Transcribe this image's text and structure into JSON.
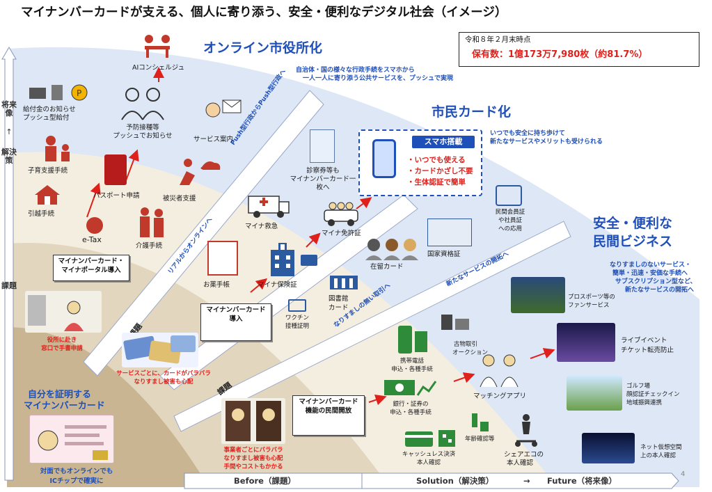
{
  "title": "マイナンバーカードが支える、個人に寄り添う、安全・便利なデジタル社会（イメージ）",
  "status": {
    "date": "令和８年２月末時点",
    "holders": "保有数：1億173万7,980枚（約81.7%）"
  },
  "axis": {
    "future": "将来像",
    "arrow": "↑",
    "solution": "解決策",
    "issue": "課題"
  },
  "zones": {
    "online_city_hall": {
      "title": "オンライン市役所化",
      "desc1": "自治体・国の様々な行政手続をスマホから",
      "desc2": "一人一人に寄り添う公共サービスを、プッシュで実現"
    },
    "citizen_card": {
      "title": "市民カード化",
      "desc1": "いつでも安全に持ち歩けて",
      "desc2": "新たなサービスやメリットも受けられる"
    },
    "private_biz": {
      "title1": "安全・便利な",
      "title2": "民間ビジネス",
      "desc1": "なりすましのないサービス・",
      "desc2": "簡単・迅速・安価な手続へ",
      "desc3": "サブスクリプション型など、",
      "desc4": "新たなサービスの開拓へ"
    }
  },
  "bands": {
    "push": "Push型行政からPush型行政へ",
    "real": "リアルからオンラインへ",
    "no_fraud": "なりすましの無い取引へ",
    "new_service": "新たなサービスの開拓へ"
  },
  "issue_labels": {
    "a": "課題",
    "b": "課題"
  },
  "smartphone": {
    "title": "スマホ搭載",
    "p1": "・いつでも使える",
    "p2": "・カードかざし不要",
    "p3": "・生体認証で簡単"
  },
  "items": {
    "ai": "AIコンシェルジュ",
    "benefit1": "給付金のお知らせ",
    "benefit2": "プッシュ型給付",
    "vacc1": "予防接種等",
    "vacc2": "プッシュでお知らせ",
    "svc": "サービス案内",
    "child": "子育支援手続",
    "passport": "パスポート申請",
    "disaster": "被災者支援",
    "move": "引越手続",
    "etax": "e-Tax",
    "care": "介護手続",
    "med1": "診察券等も",
    "med2": "マイナンバーカード一",
    "med3": "枚へ",
    "ambulance": "マイナ救急",
    "license": "マイナ免許証",
    "resid": "在留カード",
    "medicine": "お薬手帳",
    "insurance": "マイナ保険証",
    "vaccine1": "ワクチン",
    "vaccine2": "接種証明",
    "library1": "図書館",
    "library2": "カード",
    "natl": "国家資格証",
    "member1": "民間会員証",
    "member2": "や社員証",
    "member3": "への応用",
    "sports1": "プロスポーツ等の",
    "sports2": "ファンサービス",
    "live1": "ライブイベント",
    "live2": "チケット転売防止",
    "golf1": "ゴルフ場",
    "golf2": "顔認証チェックイン",
    "golf3": "地域振興連携",
    "metaverse1": "ネット仮想空間",
    "metaverse2": "上の本人確認",
    "phone1": "携帯電話",
    "phone2": "申込・各種手続",
    "used1": "古物取引",
    "used2": "オークション",
    "bank1": "銀行・証券の",
    "bank2": "申込・各種手続",
    "matching": "マッチングアプリ",
    "age": "年齢確認等",
    "cashless1": "キャッシュレス決済",
    "cashless2": "本人確認",
    "share1": "シェアエコの",
    "share2": "本人確認"
  },
  "boxes": {
    "portal1": "マイナンバーカード・",
    "portal2": "マイナポータル導入",
    "intro1": "マイナンバーカード",
    "intro2": "導入",
    "open1": "マイナンバーカード",
    "open2": "機能の民間開放"
  },
  "red_notes": {
    "office1": "役所に赴き",
    "office2": "窓口で手書申請",
    "cards1": "サービスごとに、カードがバラバラ",
    "cards2": "なりすまし被害も心配",
    "biz1": "事業者ごとにバラバラ",
    "biz2": "なりすまし被害も心配",
    "biz3": "手間やコストもかかる"
  },
  "card_prove": {
    "title1": "自分を証明する",
    "title2": "マイナンバーカード",
    "cap1": "対面でもオンラインでも",
    "cap2": "ICチップで確実に"
  },
  "bottom": {
    "before": "Before（課題）",
    "solution": "Solution（解決策）",
    "arrow": "→",
    "future": "Future（将来像）",
    "page": "4"
  },
  "colors": {
    "blue": "#1f4fb8",
    "red": "#e0201b",
    "band1": "#dde7f6",
    "band2": "#f4eee1",
    "band3": "#e3d6bf",
    "band4": "#c9b591"
  }
}
